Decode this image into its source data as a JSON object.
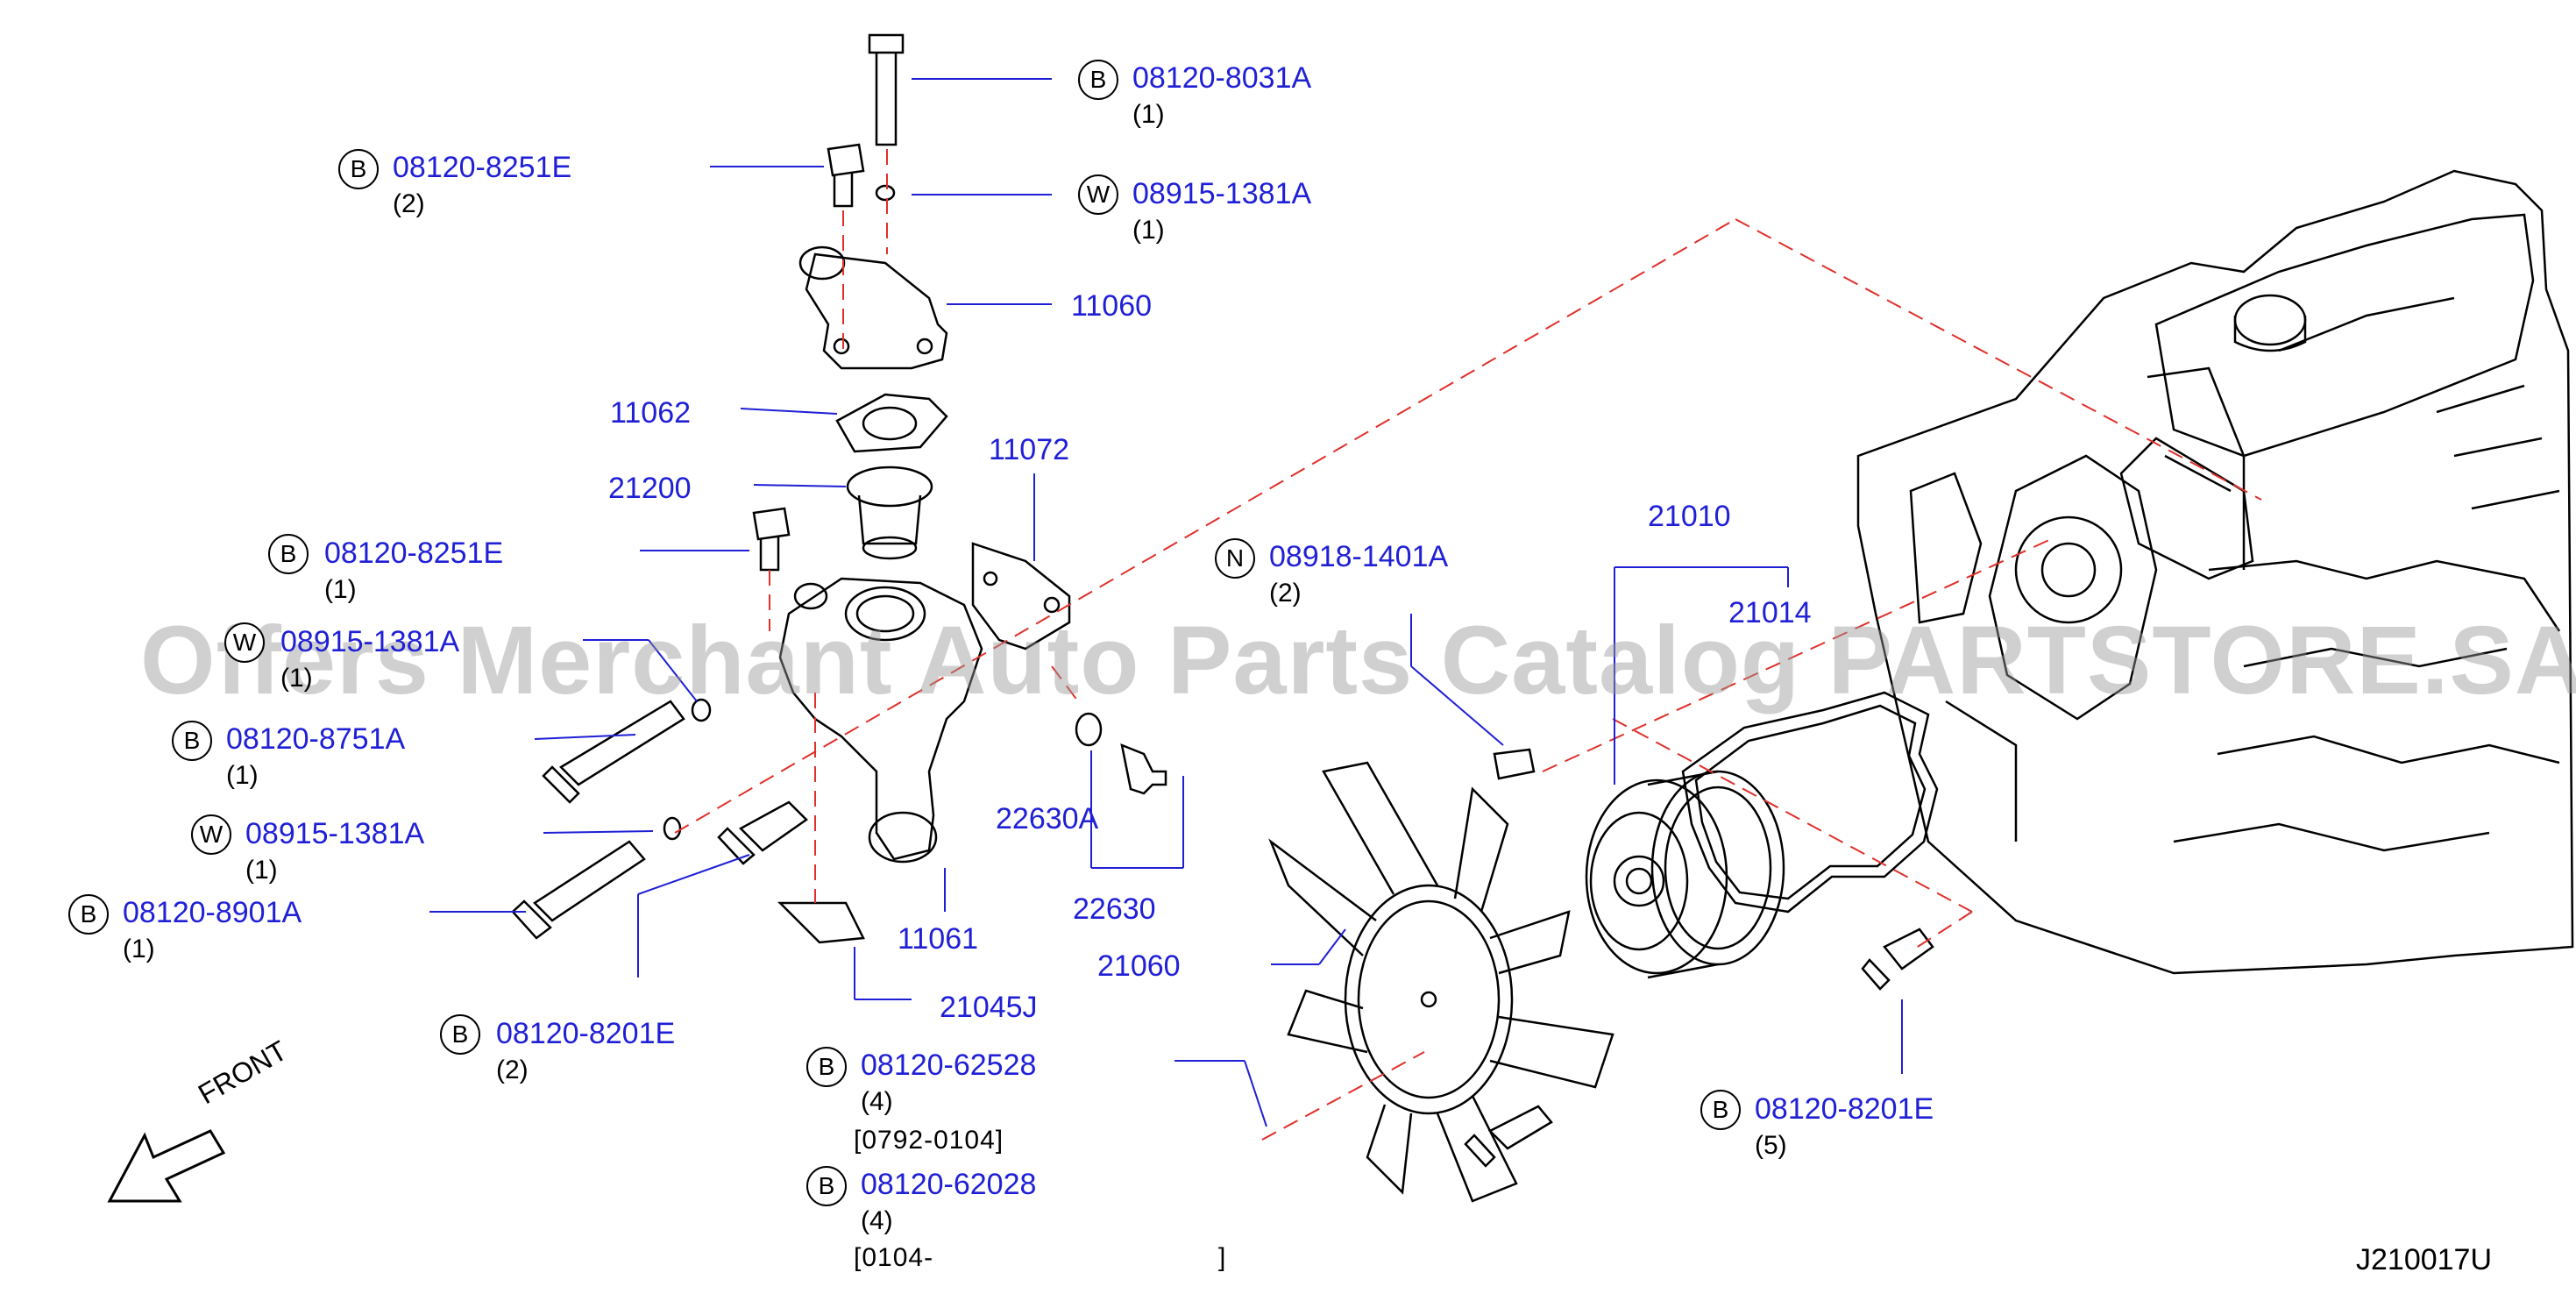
{
  "diagram_id": "J210017U",
  "watermark": "Offers Merchant Auto Parts Catalog PARTSTORE.SA",
  "front_label": "FRONT",
  "callouts": [
    {
      "id": "c1",
      "badge": "B",
      "part": "08120-8031A",
      "qty": "(1)"
    },
    {
      "id": "c2",
      "badge": "B",
      "part": "08120-8251E",
      "qty": "(2)"
    },
    {
      "id": "c3",
      "badge": "W",
      "part": "08915-1381A",
      "qty": "(1)"
    },
    {
      "id": "c4",
      "badge": "",
      "part": "11060",
      "qty": ""
    },
    {
      "id": "c5",
      "badge": "",
      "part": "11062",
      "qty": ""
    },
    {
      "id": "c6",
      "badge": "",
      "part": "11072",
      "qty": ""
    },
    {
      "id": "c7",
      "badge": "",
      "part": "21200",
      "qty": ""
    },
    {
      "id": "c8",
      "badge": "B",
      "part": "08120-8251E",
      "qty": "(1)"
    },
    {
      "id": "c9",
      "badge": "W",
      "part": "08915-1381A",
      "qty": "(1)"
    },
    {
      "id": "c10",
      "badge": "B",
      "part": "08120-8751A",
      "qty": "(1)"
    },
    {
      "id": "c11",
      "badge": "W",
      "part": "08915-1381A",
      "qty": "(1)"
    },
    {
      "id": "c12",
      "badge": "B",
      "part": "08120-8901A",
      "qty": "(1)"
    },
    {
      "id": "c13",
      "badge": "N",
      "part": "08918-1401A",
      "qty": "(2)"
    },
    {
      "id": "c14",
      "badge": "",
      "part": "21010",
      "qty": ""
    },
    {
      "id": "c15",
      "badge": "",
      "part": "21014",
      "qty": ""
    },
    {
      "id": "c16",
      "badge": "",
      "part": "22630A",
      "qty": ""
    },
    {
      "id": "c17",
      "badge": "",
      "part": "22630",
      "qty": ""
    },
    {
      "id": "c18",
      "badge": "",
      "part": "11061",
      "qty": ""
    },
    {
      "id": "c19",
      "badge": "",
      "part": "21060",
      "qty": ""
    },
    {
      "id": "c20",
      "badge": "",
      "part": "21045J",
      "qty": ""
    },
    {
      "id": "c21",
      "badge": "B",
      "part": "08120-8201E",
      "qty": "(2)"
    },
    {
      "id": "c22",
      "badge": "B",
      "part": "08120-62528",
      "qty": "(4)",
      "note": "[0792-0104]"
    },
    {
      "id": "c23",
      "badge": "B",
      "part": "08120-62028",
      "qty": "(4)",
      "note_start": "[0104-",
      "note_end": "]"
    },
    {
      "id": "c24",
      "badge": "B",
      "part": "08120-8201E",
      "qty": "(5)"
    }
  ],
  "colors": {
    "part_number": "#1f1fd6",
    "line": "#000000",
    "leader": "#1f1fd6",
    "dashed": "#e0302a",
    "watermark": "#969696"
  }
}
